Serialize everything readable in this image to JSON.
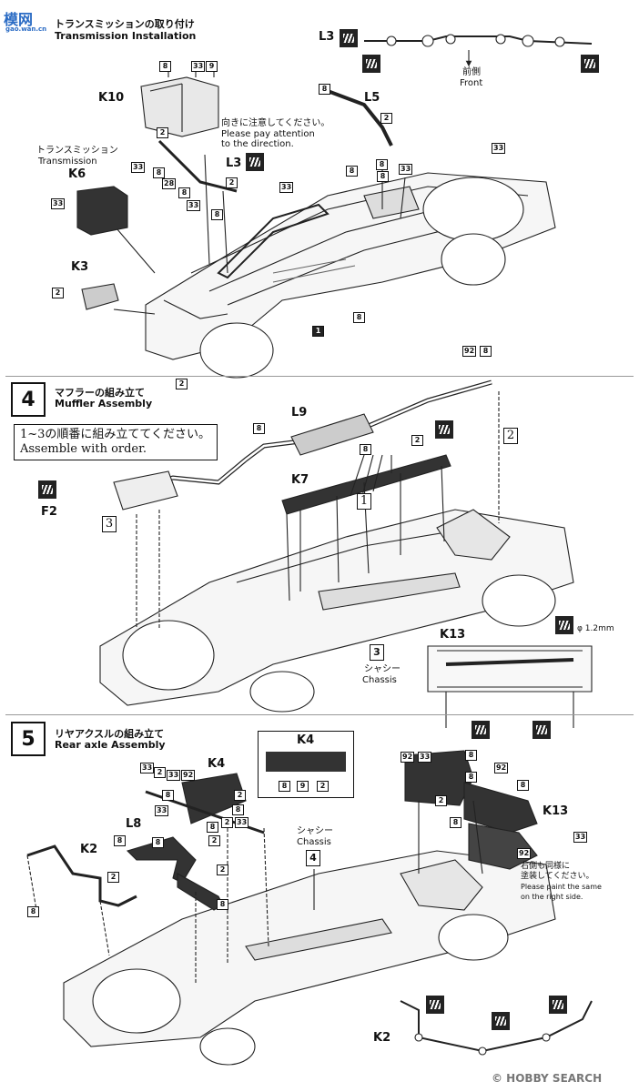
{
  "watermark_top": "模网",
  "watermark_top_sub": "gao.wan.cn",
  "watermark_bottom": "© HOBBY SEARCH",
  "step3": {
    "title_jp": "トランスミッションの取り付け",
    "title_en": "Transmission Installation",
    "parts": {
      "k10": "K10",
      "k6": "K6",
      "k3": "K3",
      "l3_a": "L3",
      "l3_b": "L3",
      "l5": "L5"
    },
    "transmission_jp": "トランスミッション",
    "transmission_en": "Transmission",
    "attention_jp": "向きに注意してください。",
    "attention_en1": "Please pay attention",
    "attention_en2": "to the direction.",
    "front_jp": "前側",
    "front_en": "Front",
    "nums": [
      "8",
      "33",
      "9",
      "2",
      "33",
      "8",
      "28",
      "8",
      "33",
      "2",
      "33",
      "8",
      "8",
      "2",
      "8",
      "8",
      "33",
      "8",
      "33",
      "2",
      "8",
      "1",
      "2"
    ]
  },
  "step4": {
    "number": "4",
    "title_jp": "マフラーの組み立て",
    "title_en": "Muffler Assembly",
    "note_jp": "1~3の順番に組み立ててください。",
    "note_en": "Assemble with order.",
    "parts": {
      "l9": "L9",
      "k7": "K7",
      "f2": "F2",
      "k13": "K13"
    },
    "order_labels": [
      "1",
      "2",
      "3"
    ],
    "chassis_jp": "シャシー",
    "chassis_en": "Chassis",
    "chassis_num": "3",
    "drill_size": "φ 1.2mm",
    "nums": [
      "92",
      "8",
      "8",
      "8",
      "2"
    ]
  },
  "step5": {
    "number": "5",
    "title_jp": "リヤアクスルの組み立て",
    "title_en": "Rear axle Assembly",
    "parts": {
      "k4_box": "K4",
      "k4": "K4",
      "l8": "L8",
      "k2_a": "K2",
      "k2_b": "K2",
      "k13": "K13"
    },
    "k4_box_nums": [
      "8",
      "9",
      "2"
    ],
    "chassis_jp": "シャシー",
    "chassis_en": "Chassis",
    "chassis_num": "4",
    "paint_jp1": "右側も同様に",
    "paint_jp2": "塗装してください。",
    "paint_en1": "Please paint the same",
    "paint_en2": "on the right side.",
    "nums": [
      "33",
      "2",
      "33",
      "92",
      "8",
      "33",
      "2",
      "8",
      "2",
      "33",
      "8",
      "2",
      "8",
      "2",
      "8",
      "92",
      "33",
      "8",
      "92",
      "8",
      "2",
      "8",
      "8",
      "33",
      "92"
    ]
  }
}
